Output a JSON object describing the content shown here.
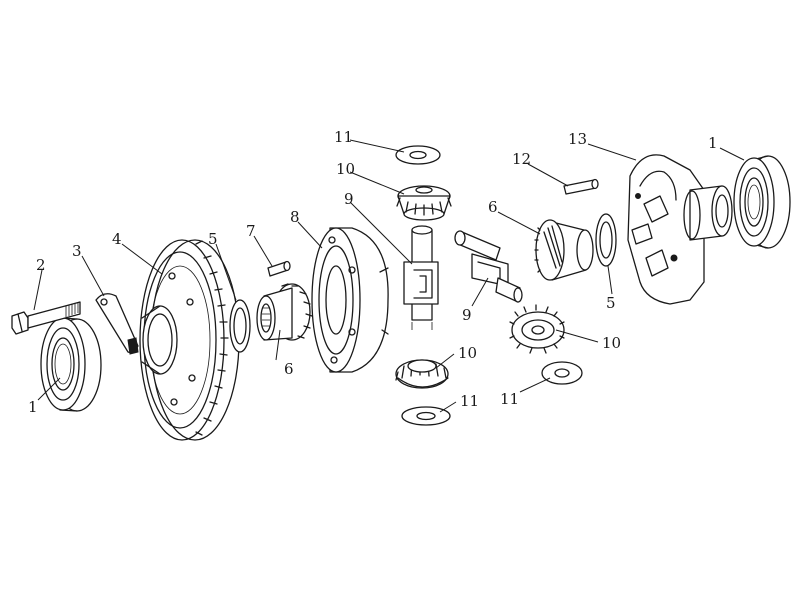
{
  "callouts": {
    "bearing_left": "1",
    "bearing_right": "1",
    "bolt": "2",
    "lock_plate": "3",
    "ring_gear": "4",
    "washer_left": "5",
    "washer_right": "5",
    "side_gear_left": "6",
    "side_gear_right": "6",
    "pin": "7",
    "case_half": "8",
    "spider_shaft_vertical": "9",
    "spider_shaft_horizontal": "9",
    "pinion_top": "10",
    "pinion_bottom": "10",
    "pinion_right": "10",
    "thrust_washer_top": "11",
    "thrust_washer_bottom": "11",
    "thrust_washer_right": "11",
    "roll_pin": "12",
    "case_half_right": "13"
  }
}
